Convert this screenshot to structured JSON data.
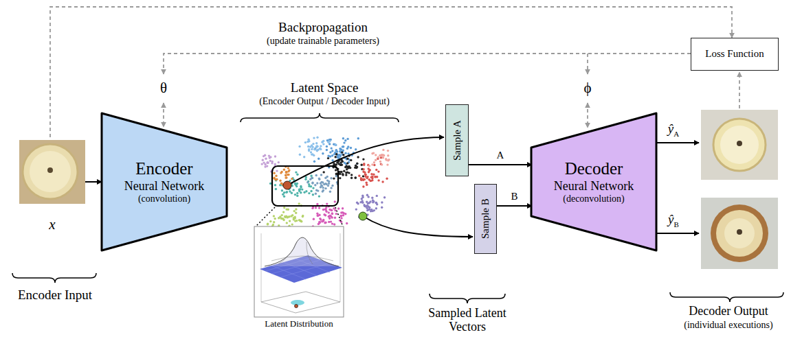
{
  "diagram": {
    "nodes": [
      {
        "text": [
          "x"
        ]
      },
      {
        "text": [
          "Encoder",
          "Neural Network",
          "(convolution)"
        ]
      },
      {
        "text": [
          "Sample A"
        ]
      },
      {
        "text": [
          "Sample B"
        ]
      },
      {
        "text": [
          "Decoder",
          "Neural Network",
          "(deconvolution)"
        ]
      },
      {
        "text": [
          "Loss Function"
        ]
      }
    ],
    "edges": [
      {
        "from": 0,
        "to": 1,
        "arrow": "to"
      },
      {
        "from": 2,
        "to": 4,
        "label": "A",
        "arrow": "to"
      },
      {
        "from": 3,
        "to": 4,
        "label": "B",
        "arrow": "to"
      },
      {
        "from": 0,
        "to": 5,
        "arrow": "to"
      }
    ],
    "labels": [
      "Backpropagation",
      "(update trainable parameters)",
      "θ",
      "ϕ",
      "Latent Space",
      "(Encoder Output / Decoder Input)",
      "Latent Distribution",
      "ŷA",
      "ŷB",
      "Encoder Input",
      "Sampled Latent Vectors",
      "Decoder Output",
      "(individual executions)"
    ]
  }
}
